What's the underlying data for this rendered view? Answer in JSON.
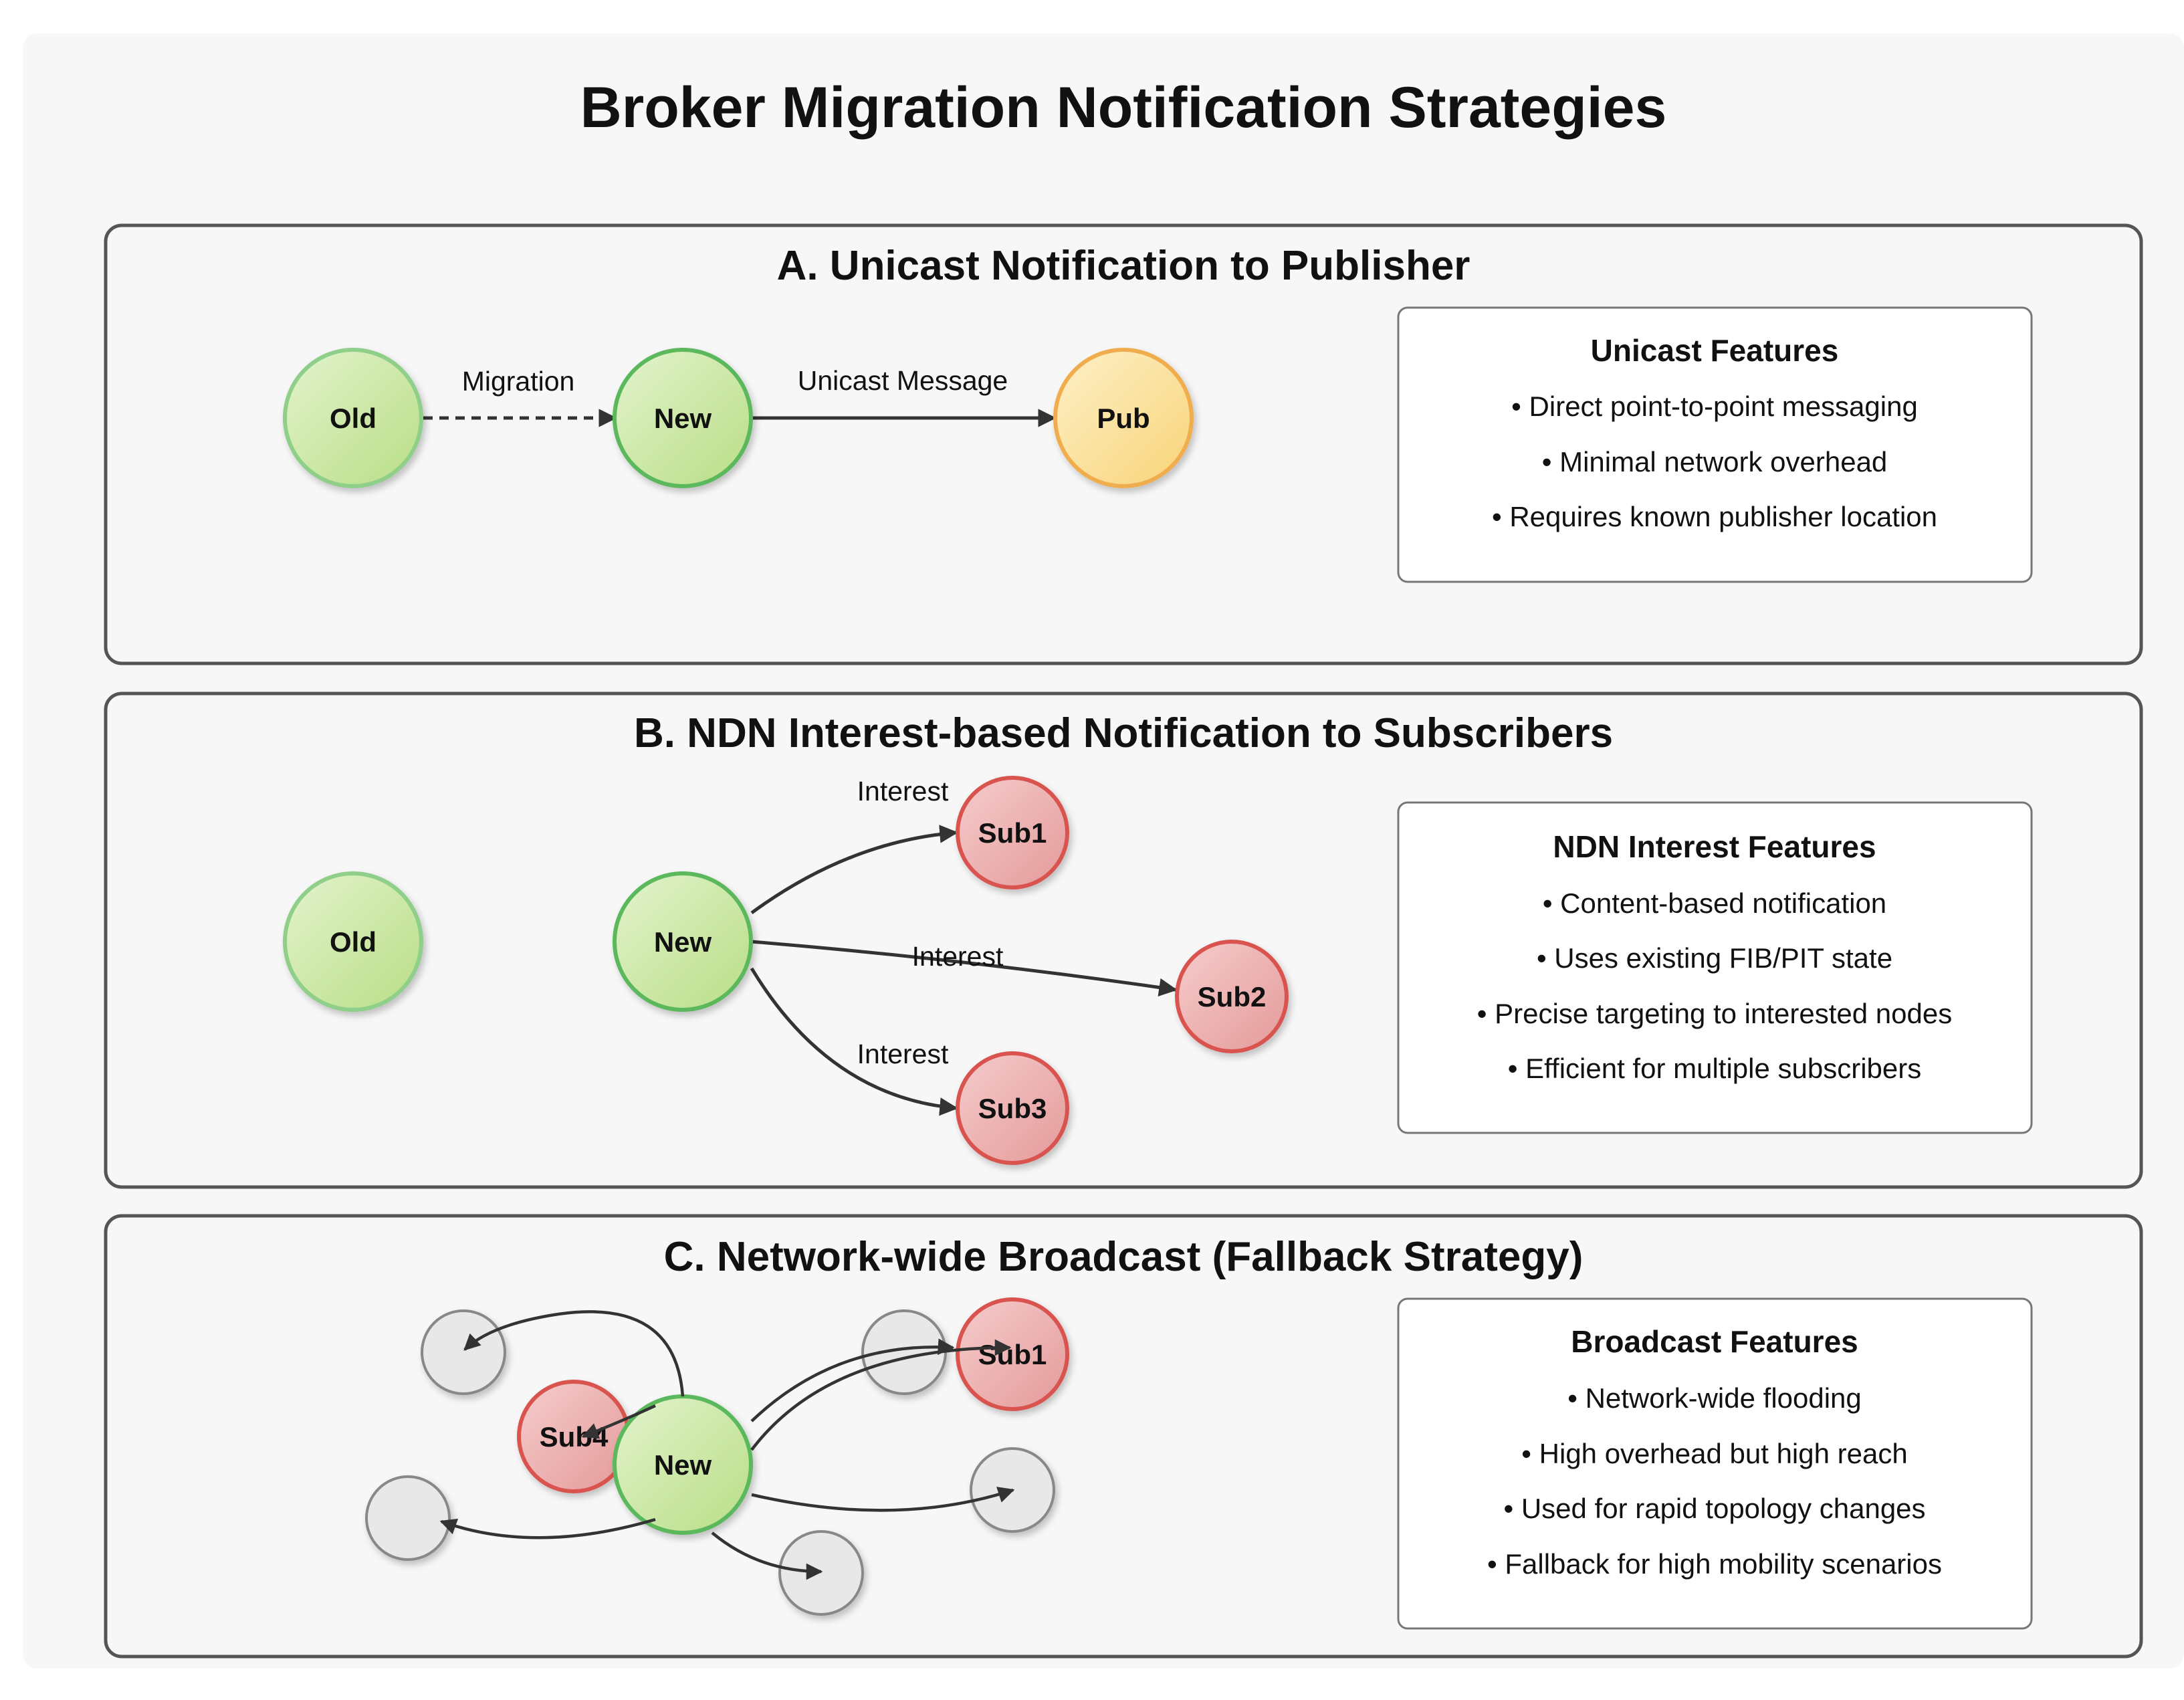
{
  "title": "Broker Migration Notification Strategies",
  "colors": {
    "canvas_bg": "#f7f7f7",
    "panel_stroke": "#555555",
    "green_fill": "#cce8a8",
    "green_stroke": "#5cb85c",
    "yellow_fill": "#fbe3a0",
    "yellow_stroke": "#f0ad4e",
    "red_fill": "#eeaaaa",
    "red_stroke": "#d9534f",
    "gray_fill": "#e8e8e8",
    "gray_stroke": "#888888",
    "edge": "#333333"
  },
  "panels": {
    "a": {
      "title": "A. Unicast Notification to Publisher",
      "nodes": {
        "old": "Old",
        "new": "New",
        "pub": "Pub"
      },
      "edges": {
        "migration": "Migration",
        "unicast": "Unicast Message"
      },
      "features": {
        "title": "Unicast Features",
        "items": [
          "• Direct point-to-point messaging",
          "• Minimal network overhead",
          "• Requires known publisher location"
        ]
      }
    },
    "b": {
      "title": "B. NDN Interest-based Notification to Subscribers",
      "nodes": {
        "old": "Old",
        "new": "New",
        "sub1": "Sub1",
        "sub2": "Sub2",
        "sub3": "Sub3"
      },
      "edges": {
        "interest1": "Interest",
        "interest2": "Interest",
        "interest3": "Interest"
      },
      "features": {
        "title": "NDN Interest Features",
        "items": [
          "• Content-based notification",
          "• Uses existing FIB/PIT state",
          "• Precise targeting to interested nodes",
          "• Efficient for multiple subscribers"
        ]
      }
    },
    "c": {
      "title": "C. Network-wide Broadcast (Fallback Strategy)",
      "nodes": {
        "new": "New",
        "sub1": "Sub1",
        "sub4": "Sub4"
      },
      "features": {
        "title": "Broadcast Features",
        "items": [
          "• Network-wide flooding",
          "• High overhead but high reach",
          "• Used for rapid topology changes",
          "• Fallback for high mobility scenarios"
        ]
      }
    }
  }
}
